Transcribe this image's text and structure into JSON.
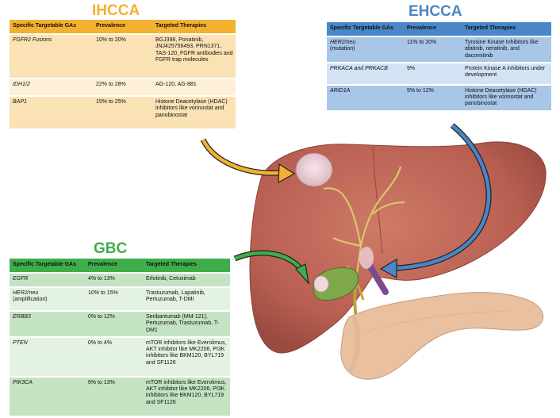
{
  "colors": {
    "ihcca": "#f3b12f",
    "ihcca_row": "#fbe2b4",
    "ihcca_row_alt": "#fdf0d6",
    "ehcca": "#4a86c8",
    "ehcca_row": "#a8c6e8",
    "ehcca_row_alt": "#d3e3f4",
    "gbc": "#3fad4a",
    "gbc_row": "#c4e3c3",
    "gbc_row_alt": "#e4f2e3",
    "liver": "#c0685a",
    "pancreas": "#e9c0a0"
  },
  "headers": {
    "gene": "Specific Targetable GAs",
    "prevalence": "Prevalence",
    "therapies": "Targeted Therapies"
  },
  "ihcca": {
    "title": "IHCCA",
    "rows": [
      {
        "gene": "FGFR2 Fusions",
        "prevalence": "10% to 20%",
        "therapies": "BGJ398, Ponatinib, JNJ425756493, PRN1371, TAS-120, FGFR antibodies and FGFR trap molecules"
      },
      {
        "gene": "IDH1/2",
        "prevalence": "22% to 28%",
        "therapies": "AG-120, AG-881"
      },
      {
        "gene": "BAP1",
        "prevalence": "15% to 25%",
        "therapies": "Histone Deacetylase (HDAC) inhibitors like vorinostat and panobinostat"
      }
    ]
  },
  "ehcca": {
    "title": "EHCCA",
    "rows": [
      {
        "gene": "HER2/neu",
        "note": "(mutation)",
        "prevalence": "11% to 20%",
        "therapies": "Tyrosine Kinase Inhibitors like afatinib, neratinib, and dacomitinib"
      },
      {
        "gene": "PRKACA and PRKACB",
        "prevalence": "9%",
        "therapies": "Protein Kinase A inhibitors under development"
      },
      {
        "gene": "ARID1A",
        "prevalence": "5% to 12%",
        "therapies": "Histone Deacetylase (HDAC) inhibitors like vorinostat and panobinostat"
      }
    ]
  },
  "gbc": {
    "title": "GBC",
    "rows": [
      {
        "gene": "EGFR",
        "prevalence": "4% to 13%",
        "therapies": "Erlotinib, Cetuximab"
      },
      {
        "gene": "HER2/neu",
        "note": "(amplification)",
        "prevalence": "10% to 15%",
        "therapies": "Trastuzumab, Lapatinib, Pertuzumab, T-DMI"
      },
      {
        "gene": "ERBB3",
        "prevalence": "0% to 12%",
        "therapies": "Seribantumab (MM-121), Pertuzumab, Trastuzumab, T-DM1"
      },
      {
        "gene": "PTEN",
        "prevalence": "0% to 4%",
        "therapies": "mTOR inhibitors like Everolimus, AKT inhibitor like MK2206, PI3K inhibitors like BKM120, BYL719 and SF1126"
      },
      {
        "gene": "PIK3CA",
        "prevalence": "6% to 13%",
        "therapies": "mTOR inhibitors like Everolimus, AKT inhibitor like MK2206, PI3K inhibitors like BKM120, BYL719 and SF1126"
      }
    ]
  }
}
